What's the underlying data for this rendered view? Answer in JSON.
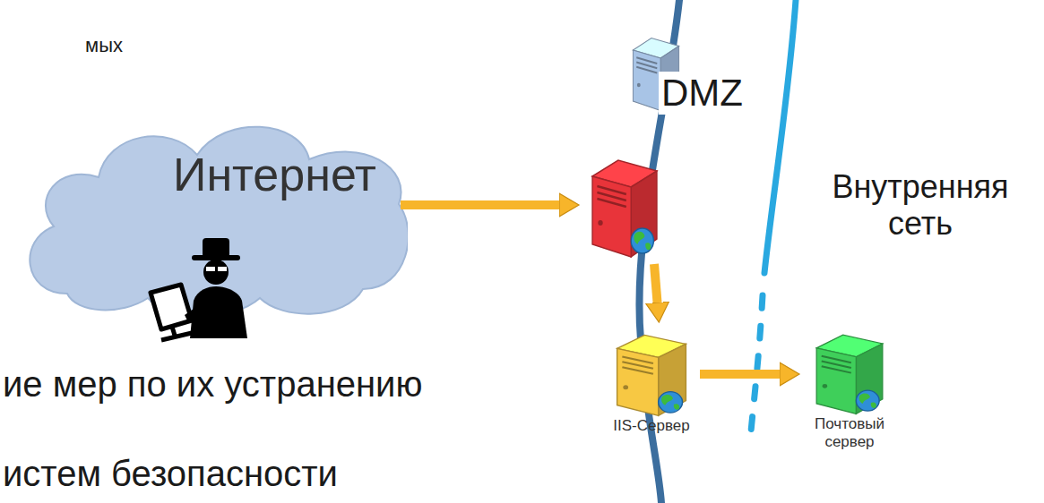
{
  "diagram": {
    "nodes": [
      {
        "text": [
          "Интернет"
        ]
      },
      {
        "text": []
      },
      {
        "text": [
          "IIS-Сервер"
        ]
      },
      {
        "text": [
          "Почтовый сервер"
        ]
      }
    ],
    "edges": [
      {
        "from": 0,
        "to": 1,
        "arrow": "to"
      },
      {
        "from": 1,
        "to": 2,
        "arrow": "to"
      },
      {
        "from": 2,
        "to": 3,
        "arrow": "to"
      }
    ],
    "labels": [
      "мых",
      "ие мер по их устранению",
      "истем безопасности",
      "DMZ",
      "Внутренняя сеть"
    ]
  }
}
